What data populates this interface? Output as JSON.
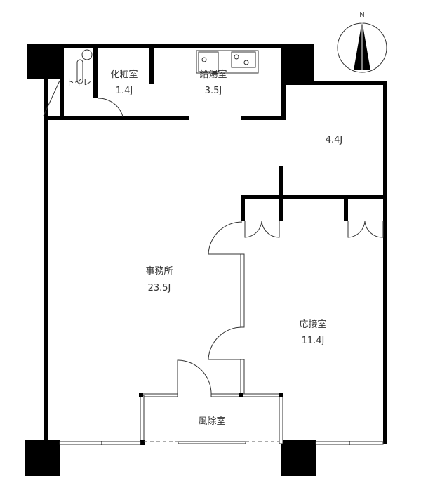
{
  "compass": {
    "label": "N",
    "icon": "north-arrow-icon"
  },
  "rooms": {
    "toilet": {
      "name": "トイレ"
    },
    "powder_room": {
      "name": "化粧室",
      "size": "1.4J"
    },
    "kitchenette": {
      "name": "給湯室",
      "size": "3.5J"
    },
    "storage": {
      "size": "4.4J"
    },
    "office": {
      "name": "事務所",
      "size": "23.5J"
    },
    "reception": {
      "name": "応接室",
      "size": "11.4J"
    },
    "vestibule": {
      "name": "風除室"
    }
  },
  "colors": {
    "wall": "#000000",
    "line": "#333333"
  }
}
